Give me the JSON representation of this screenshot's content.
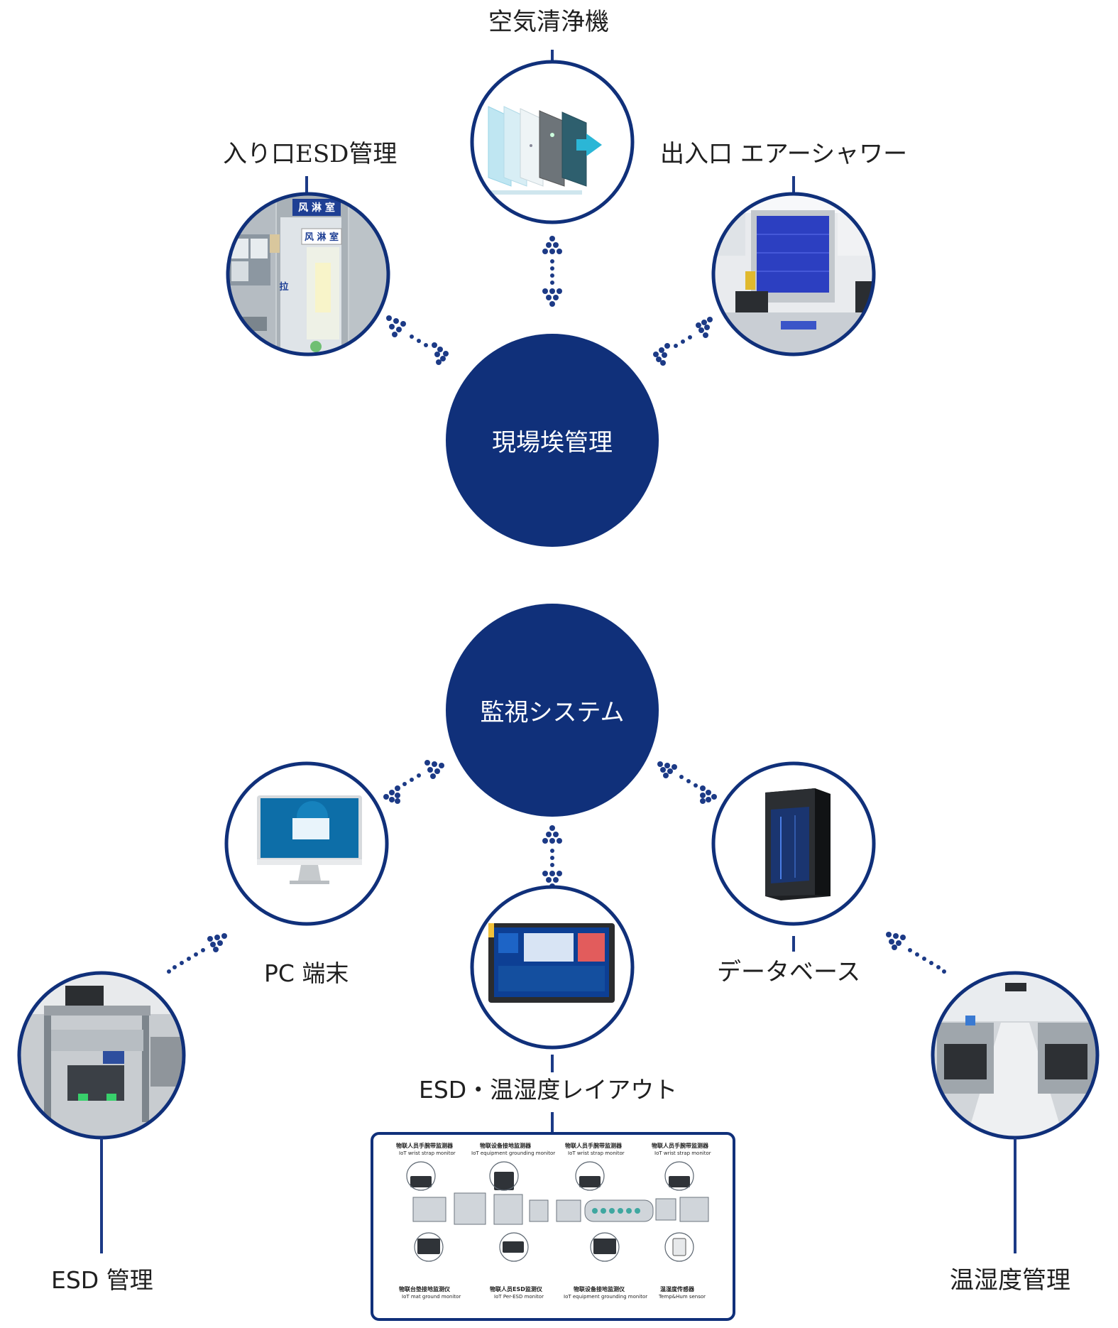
{
  "colors": {
    "navy": "#10307a",
    "navy_line": "#1c3a86",
    "text": "#1f1f1f",
    "white": "#ffffff"
  },
  "hubs": {
    "top": "現場埃管理",
    "bottom": "監視システム"
  },
  "labels": {
    "air_purifier": "空気清浄機",
    "entrance_esd": "入り口ESD管理",
    "air_shower": "出入口 エアーシャワー",
    "pc_terminal": "PC 端末",
    "database": "データベース",
    "esd_layout": "ESD・温湿度レイアウト",
    "esd_mgmt": "ESD 管理",
    "temp_humidity": "温湿度管理"
  },
  "air_shower_photo": {
    "sign_top": "风 淋 室",
    "sign_inner": "风 淋 室",
    "handle": "拉"
  },
  "layout_panel": {
    "top_labels": [
      {
        "cn": "物联人员手腕带监测器",
        "en": "IoT wrist strap monitor"
      },
      {
        "cn": "物联设备接地监测器",
        "en": "IoT equipment grounding monitor"
      },
      {
        "cn": "物联人员手腕带监测器",
        "en": "IoT wrist strap monitor"
      },
      {
        "cn": "物联人员手腕带监测器",
        "en": "IoT wrist strap monitor"
      }
    ],
    "bottom_labels": [
      {
        "cn": "物联台垫接地监测仪",
        "en": "IoT mat ground monitor"
      },
      {
        "cn": "物联人员ESD监测仪",
        "en": "IoT Per-ESD monitor"
      },
      {
        "cn": "物联设备接地监测仪",
        "en": "IoT equipment grounding monitor"
      },
      {
        "cn": "温湿度传感器",
        "en": "Temp&Hum sensor"
      }
    ]
  }
}
